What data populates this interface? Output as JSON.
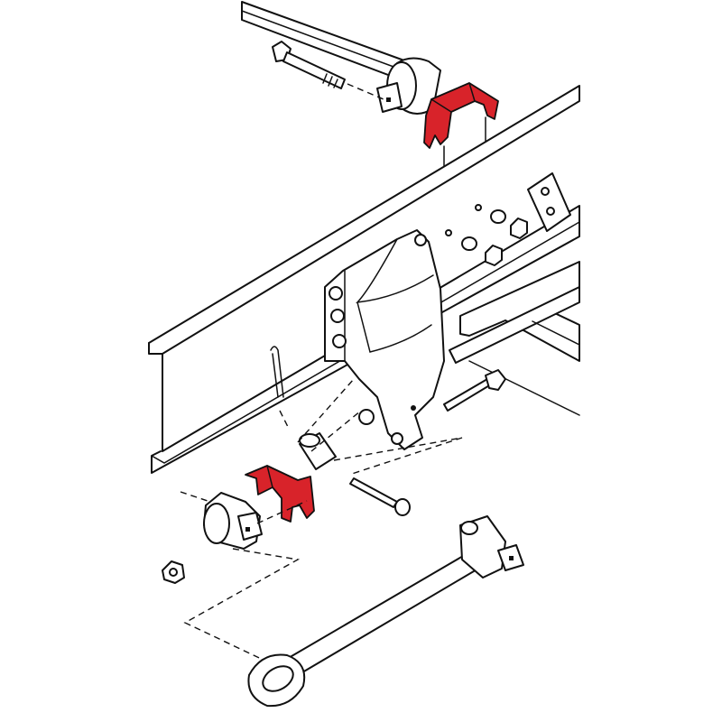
{
  "diagram": {
    "highlight_color": "#d8232a",
    "line_color": "#111111",
    "background": "#ffffff",
    "parts": [
      "frame-rail",
      "upper-torque-rod",
      "lower-torque-rod",
      "hanger-bracket",
      "upper-shim",
      "lower-shim",
      "bushing",
      "bolts",
      "nuts",
      "cotter-pin",
      "crossmember"
    ]
  }
}
